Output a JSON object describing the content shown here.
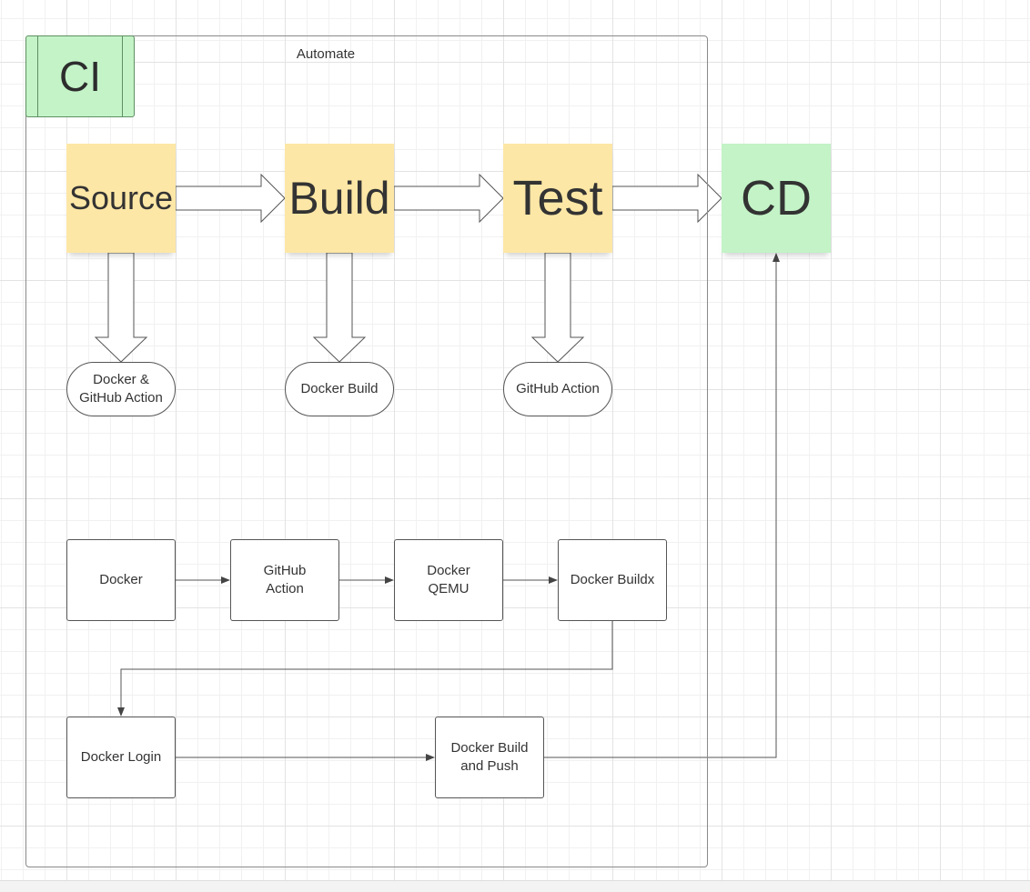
{
  "container": {
    "title": "Automate"
  },
  "ci_label": "CI",
  "stages": {
    "source": "Source",
    "build": "Build",
    "test": "Test",
    "cd": "CD"
  },
  "tools": {
    "source_tool": "Docker &\nGitHub Action",
    "build_tool": "Docker Build",
    "test_tool": "GitHub Action"
  },
  "steps": {
    "docker": "Docker",
    "github_action": "GitHub\nAction",
    "docker_qemu": "Docker\nQEMU",
    "docker_buildx": "Docker Buildx",
    "docker_login": "Docker Login",
    "docker_build_push": "Docker Build\nand Push"
  },
  "colors": {
    "sticky_yellow": "#fde7a6",
    "sticky_green": "#c3f3c7",
    "line": "#555555"
  }
}
